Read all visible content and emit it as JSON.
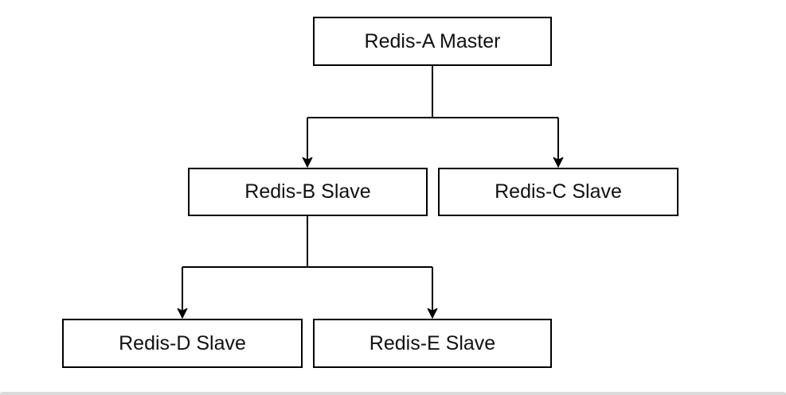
{
  "diagram": {
    "type": "tree",
    "nodes": {
      "a": {
        "label": "Redis-A Master",
        "role": "master"
      },
      "b": {
        "label": "Redis-B Slave",
        "role": "slave"
      },
      "c": {
        "label": "Redis-C Slave",
        "role": "slave"
      },
      "d": {
        "label": "Redis-D Slave",
        "role": "slave"
      },
      "e": {
        "label": "Redis-E Slave",
        "role": "slave"
      }
    },
    "edges": [
      {
        "from": "Redis-A Master",
        "to": "Redis-B Slave"
      },
      {
        "from": "Redis-A Master",
        "to": "Redis-C Slave"
      },
      {
        "from": "Redis-B Slave",
        "to": "Redis-D Slave"
      },
      {
        "from": "Redis-B Slave",
        "to": "Redis-E Slave"
      }
    ],
    "colors": {
      "node_border": "#000000",
      "node_fill": "#ffffff",
      "text": "#111111",
      "connector": "#000000",
      "bottom_divider": "#dbdbdb"
    }
  }
}
